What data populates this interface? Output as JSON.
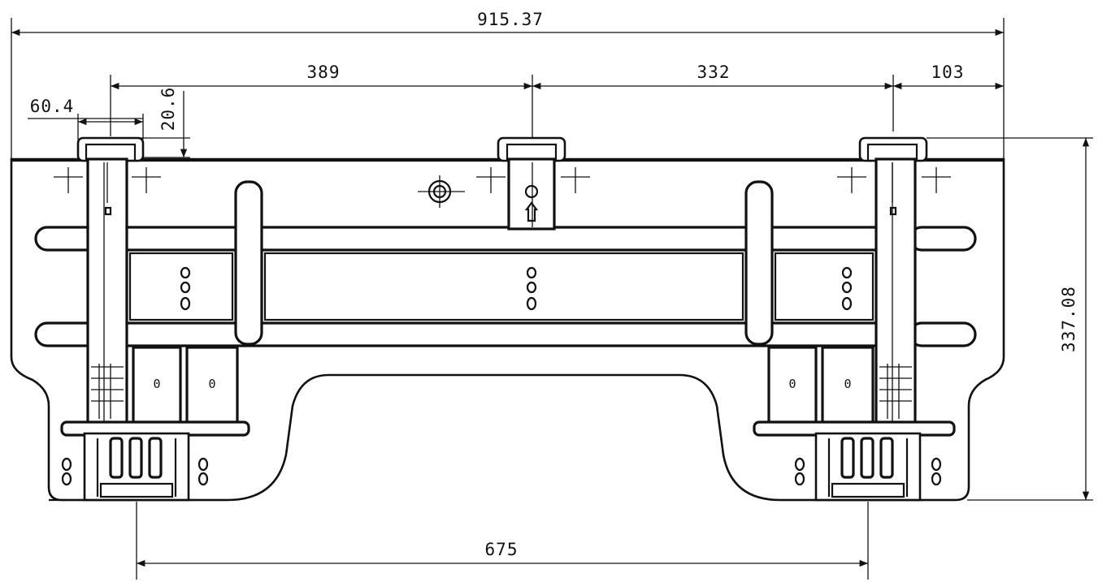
{
  "drawing": {
    "dimensions": {
      "overall_width": "915.37",
      "left_to_center": "389",
      "center_to_right": "332",
      "right_offset": "103",
      "bracket_width": "60.4",
      "bracket_height": "20.6",
      "overall_height": "337.08",
      "bottom_span": "675"
    },
    "hole_marks": {
      "mark_a": "0",
      "mark_b": "0",
      "mark_c": "0",
      "mark_d": "0"
    }
  }
}
